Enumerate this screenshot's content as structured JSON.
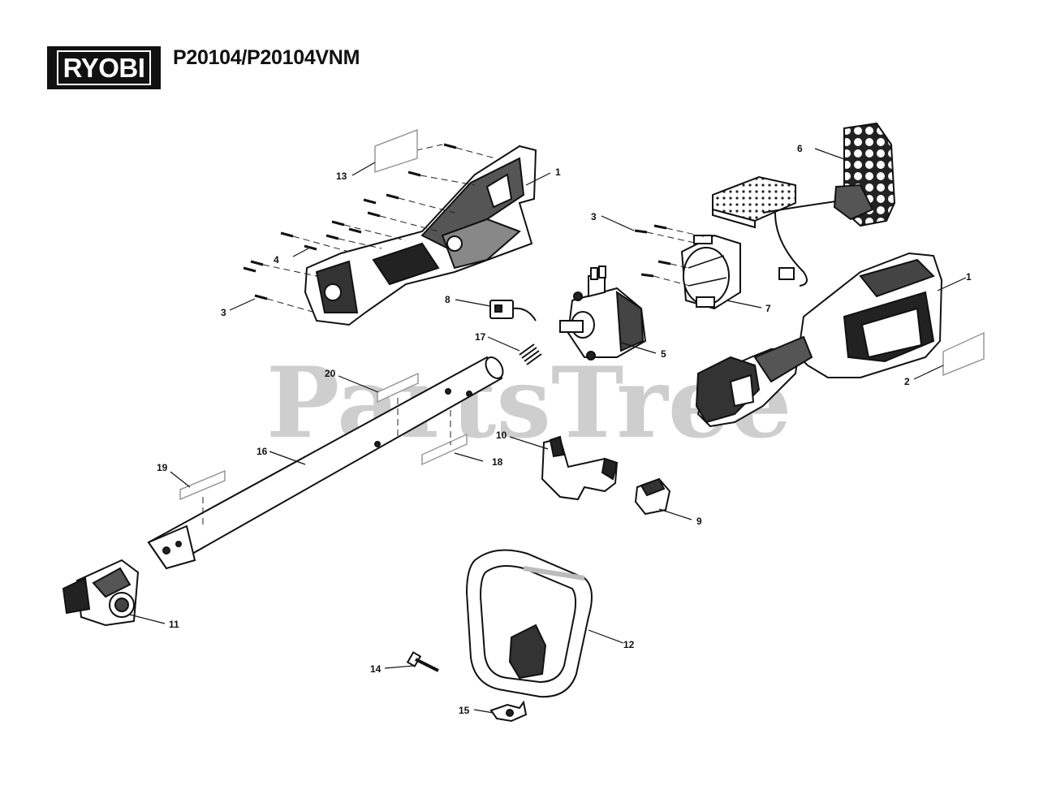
{
  "header": {
    "brand": "RYOBI",
    "model": "P20104/P20104VNM"
  },
  "watermark": "PartsTree",
  "callouts": [
    "1",
    "1",
    "2",
    "3",
    "3",
    "4",
    "5",
    "6",
    "7",
    "8",
    "9",
    "10",
    "11",
    "12",
    "13",
    "14",
    "15",
    "16",
    "17",
    "18",
    "19",
    "20"
  ]
}
